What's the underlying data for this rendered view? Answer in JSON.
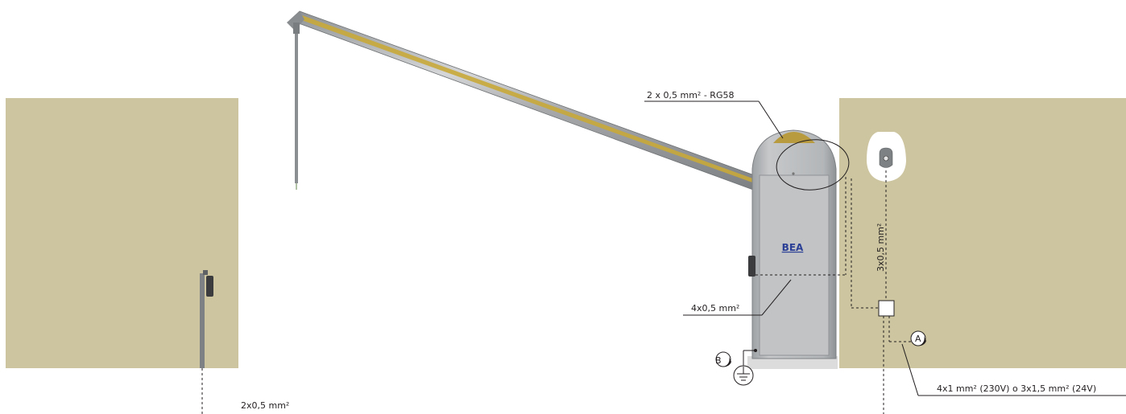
{
  "labels": {
    "antenna_cable": "2 x 0,5 mm² - RG58",
    "photocell_cable": "4x0,5 mm²",
    "key_switch_cable": "3x0,5 mm²",
    "post_cable": "2x0,5 mm²",
    "power_cable": "4x1 mm² (230V) o 3x1,5 mm² (24V)",
    "brand_logo": "BEA"
  },
  "callouts": {
    "a": "A",
    "b": "B"
  },
  "colors": {
    "wall": "#ccc59f",
    "cabinet": "#b9bcbf",
    "boom": "#b6b8ba",
    "boom_stripe": "#c8a93a",
    "line": "#231f20",
    "logo": "#2a3f95"
  },
  "icons": [
    "ground-icon",
    "junction-box-icon",
    "key-switch-icon",
    "photocell-icon"
  ]
}
